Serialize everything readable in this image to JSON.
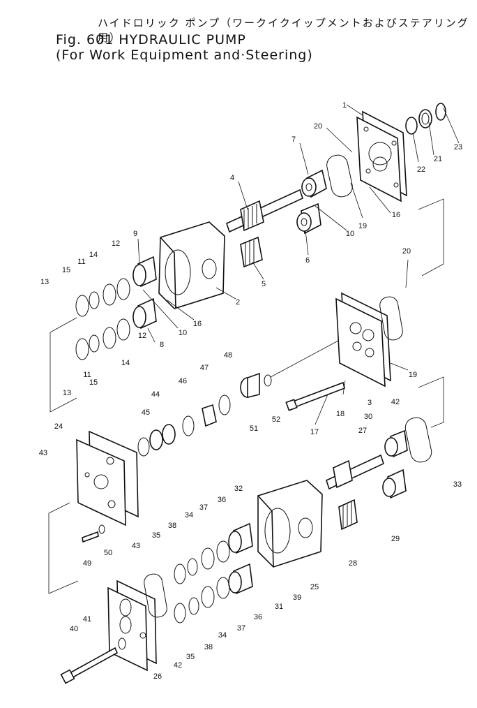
{
  "header": {
    "title_jp": "ハイドロリック ポンプ（ワークイクイップメントおよびステアリング用）",
    "title_en_fig": "Fig. 601 HYDRAULIC PUMP",
    "title_en_sub": "(For Work Equipment and·Steering)"
  },
  "labels": [
    "1",
    "2",
    "3",
    "4",
    "5",
    "6",
    "7",
    "8",
    "9",
    "10",
    "10",
    "11",
    "11",
    "12",
    "12",
    "13",
    "13",
    "14",
    "14",
    "15",
    "15",
    "16",
    "16",
    "17",
    "18",
    "19",
    "19",
    "20",
    "20",
    "21",
    "22",
    "23",
    "24",
    "25",
    "26",
    "27",
    "28",
    "29",
    "30",
    "31",
    "32",
    "33",
    "34",
    "34",
    "35",
    "35",
    "36",
    "36",
    "37",
    "37",
    "38",
    "38",
    "39",
    "40",
    "41",
    "42",
    "42",
    "43",
    "43",
    "44",
    "45",
    "46",
    "47",
    "48",
    "49",
    "50",
    "51",
    "52"
  ]
}
